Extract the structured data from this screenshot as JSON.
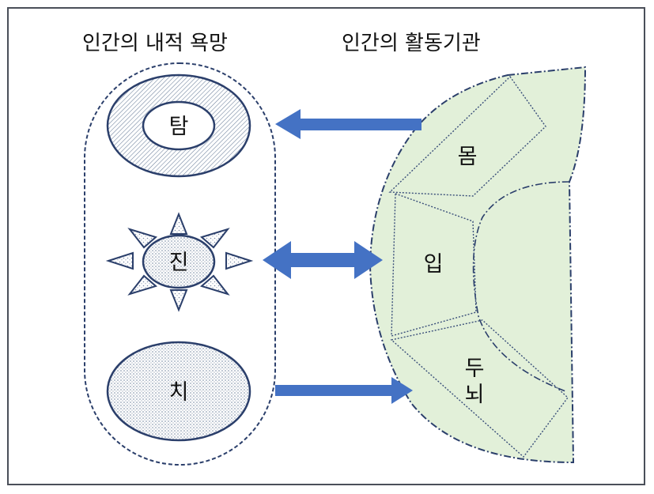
{
  "headers": {
    "left": "인간의 내적 욕망",
    "right": "인간의 활동기관"
  },
  "desires": {
    "greed": "탐",
    "anger": "진",
    "ignorance": "치"
  },
  "organs": {
    "body": "몸",
    "mouth": "입",
    "brain_line1": "두",
    "brain_line2": "뇌"
  },
  "colors": {
    "frame": "#4a4f59",
    "outline": "#2b3f6b",
    "arrow": "#4472c4",
    "organ_fill": "#e2f0d9"
  },
  "arrows": [
    {
      "from": "organ-body",
      "to": "desire-greed",
      "direction": "left"
    },
    {
      "between": [
        "desire-anger",
        "organ-mouth"
      ],
      "direction": "both"
    },
    {
      "from": "desire-ignorance",
      "to": "organ-brain",
      "direction": "right"
    }
  ]
}
